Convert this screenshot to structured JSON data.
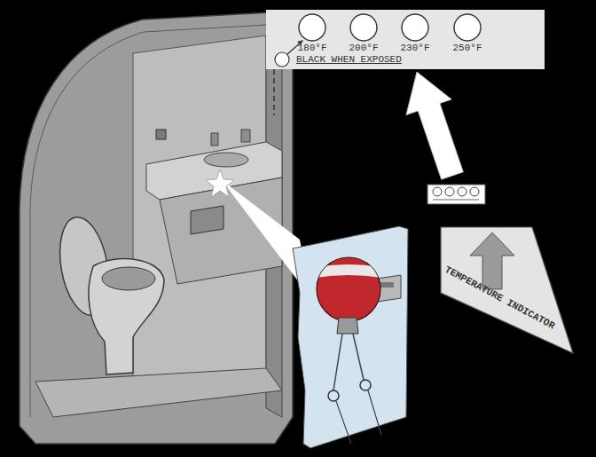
{
  "diagram": {
    "nodes": [
      {
        "text": [
          "180°F",
          "200°F",
          "230°F",
          "250°F",
          "BLACK WHEN EXPOSED"
        ]
      },
      {
        "text": [
          "TEMPERATURE INDICATOR"
        ]
      }
    ],
    "edges": [
      {
        "from": 1,
        "to": 0,
        "arrow": "to"
      }
    ]
  }
}
